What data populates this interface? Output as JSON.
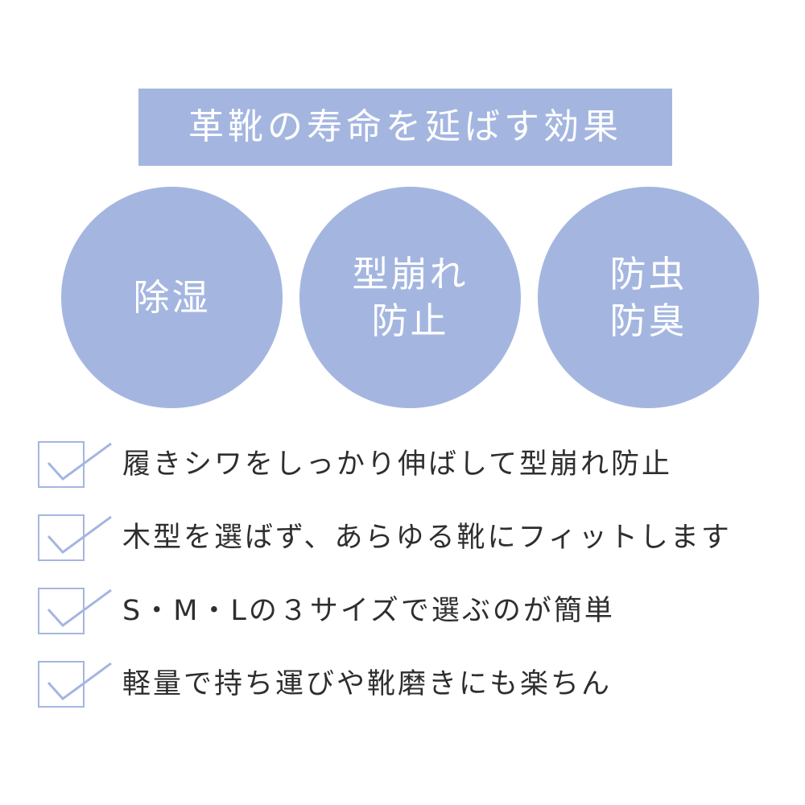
{
  "title": "革靴の寿命を延ばす効果",
  "circles": [
    {
      "line1": "除湿",
      "line2": ""
    },
    {
      "line1": "型崩れ",
      "line2": "防止"
    },
    {
      "line1": "防虫",
      "line2": "防臭"
    }
  ],
  "checklist": [
    "履きシワをしっかり伸ばして型崩れ防止",
    "木型を選ばず、あらゆる靴にフィットします",
    "S・M・Lの３サイズで選ぶのが簡単",
    "軽量で持ち運びや靴磨きにも楽ちん"
  ],
  "colors": {
    "accent": "#a4b6e0",
    "text": "#2e2e2e",
    "background": "#ffffff"
  },
  "icons": {
    "checkbox": "checkbox-checked-icon"
  }
}
